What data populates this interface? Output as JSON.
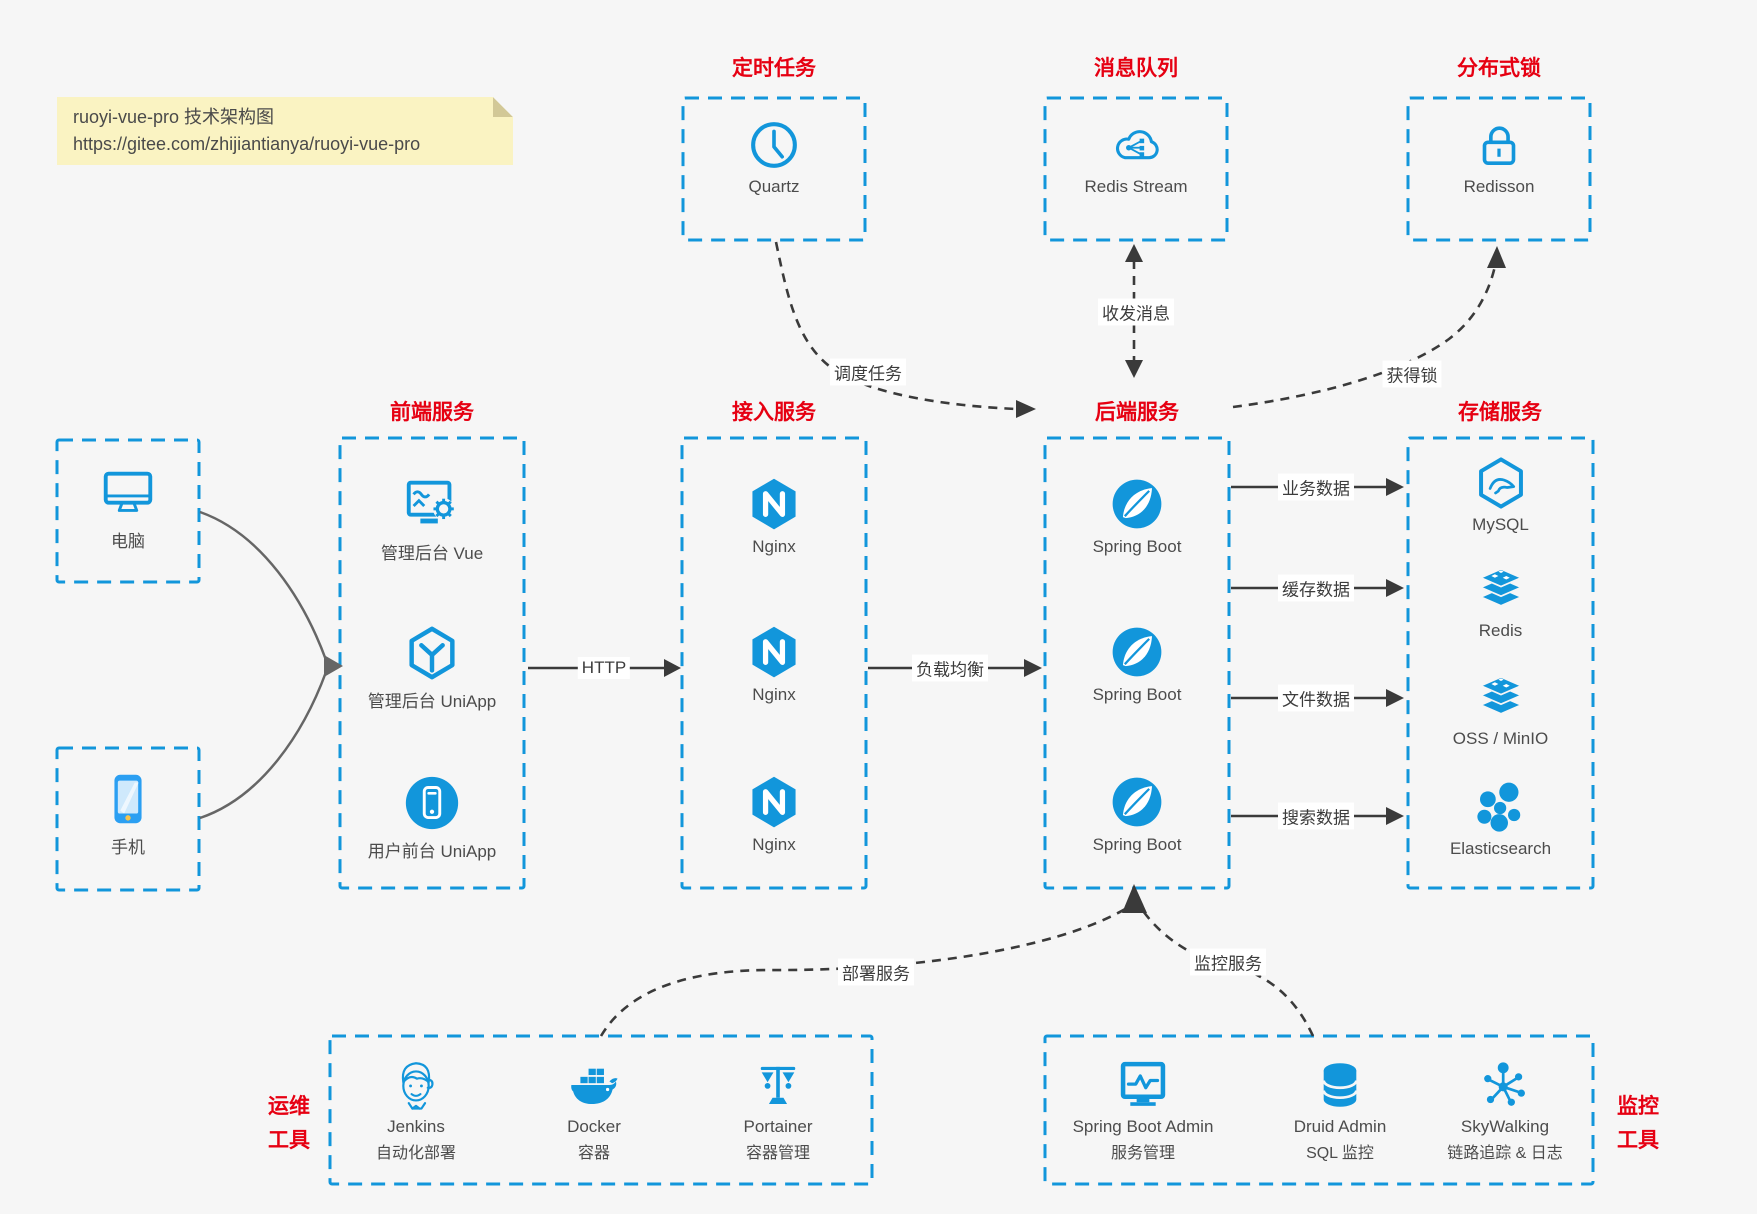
{
  "note": {
    "line1": "ruoyi-vue-pro 技术架构图",
    "line2": "https://gitee.com/zhijiantianya/ruoyi-vue-pro"
  },
  "top_groups": [
    {
      "title": "定时任务",
      "label": "Quartz",
      "icon": "clock-icon"
    },
    {
      "title": "消息队列",
      "label": "Redis Stream",
      "icon": "cloud-stream-icon"
    },
    {
      "title": "分布式锁",
      "label": "Redisson",
      "icon": "lock-icon"
    }
  ],
  "devices": [
    {
      "label": "电脑",
      "icon": "desktop-icon"
    },
    {
      "label": "手机",
      "icon": "phone-icon"
    }
  ],
  "columns": [
    {
      "title": "前端服务",
      "items": [
        {
          "label": "管理后台 Vue"
        },
        {
          "label": "管理后台 UniApp"
        },
        {
          "label": "用户前台 UniApp"
        }
      ]
    },
    {
      "title": "接入服务",
      "items": [
        {
          "label": "Nginx"
        },
        {
          "label": "Nginx"
        },
        {
          "label": "Nginx"
        }
      ]
    },
    {
      "title": "后端服务",
      "items": [
        {
          "label": "Spring Boot"
        },
        {
          "label": "Spring Boot"
        },
        {
          "label": "Spring Boot"
        }
      ]
    },
    {
      "title": "存储服务",
      "items": [
        {
          "label": "MySQL"
        },
        {
          "label": "Redis"
        },
        {
          "label": "OSS / MinIO"
        },
        {
          "label": "Elasticsearch"
        }
      ]
    }
  ],
  "bottom_groups": [
    {
      "side_label_1": "运维",
      "side_label_2": "工具",
      "items": [
        {
          "name": "Jenkins",
          "desc": "自动化部署",
          "icon": "jenkins-icon"
        },
        {
          "name": "Docker",
          "desc": "容器",
          "icon": "docker-icon"
        },
        {
          "name": "Portainer",
          "desc": "容器管理",
          "icon": "portainer-icon"
        }
      ]
    },
    {
      "side_label_1": "监控",
      "side_label_2": "工具",
      "items": [
        {
          "name": "Spring Boot Admin",
          "desc": "服务管理",
          "icon": "monitor-chart-icon"
        },
        {
          "name": "Druid Admin",
          "desc": "SQL 监控",
          "icon": "database-icon"
        },
        {
          "name": "SkyWalking",
          "desc": "链路追踪 & 日志",
          "icon": "skywalking-icon"
        }
      ]
    }
  ],
  "edges": {
    "http": "HTTP",
    "load_balance": "负载均衡",
    "schedule": "调度任务",
    "message": "收发消息",
    "lock": "获得锁",
    "data1": "业务数据",
    "data2": "缓存数据",
    "data3": "文件数据",
    "data4": "搜索数据",
    "deploy": "部署服务",
    "monitor": "监控服务"
  },
  "colors": {
    "blue": "#1296db",
    "red": "#e60012",
    "arrow": "#3a3a3a",
    "device_arrow": "#666666",
    "note_bg": "#faf3c2",
    "page_bg": "#f6f6f6"
  }
}
